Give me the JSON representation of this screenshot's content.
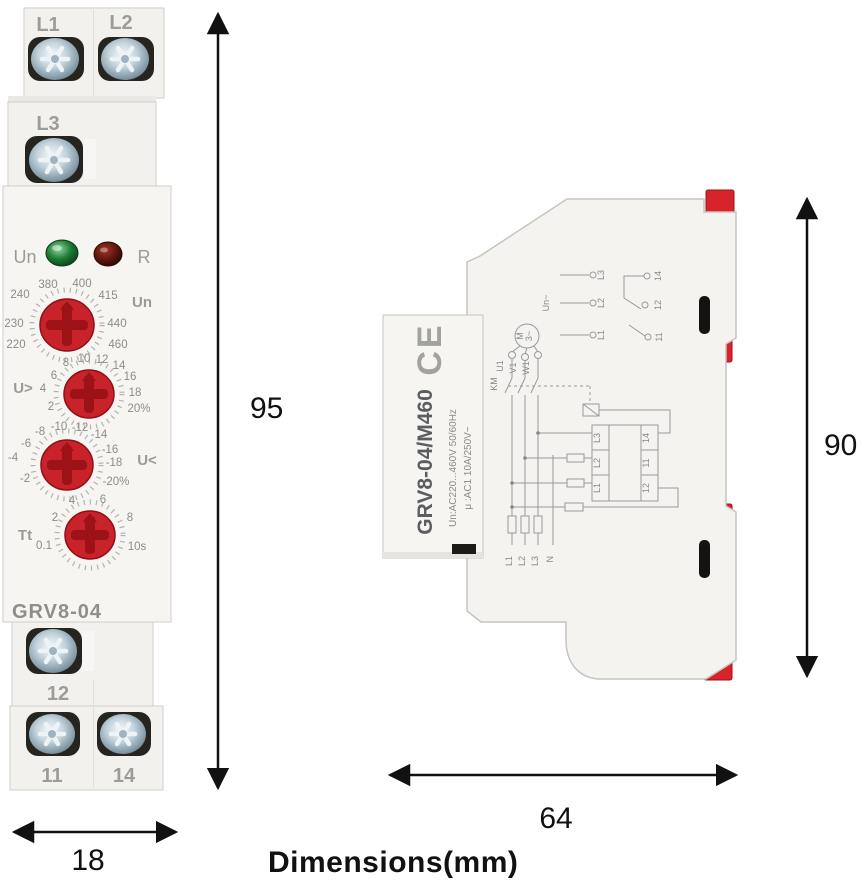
{
  "colors": {
    "knob_red": "#c8232a",
    "clip_red": "#d8232a",
    "led_green": "#2e8b3d",
    "led_red": "#6b1d13"
  },
  "front": {
    "t_l1": "L1",
    "t_l2": "L2",
    "t_l3": "L3",
    "led_un": "Un",
    "led_r": "R",
    "dial_un": {
      "label": "Un",
      "s": [
        "380",
        "400",
        "240",
        "415",
        "230",
        "440",
        "220",
        "460"
      ]
    },
    "dial_uo": {
      "label": "U>",
      "s": [
        "8",
        "10",
        "12",
        "14",
        "6",
        "16",
        "4",
        "18",
        "2",
        "20%"
      ]
    },
    "dial_uu": {
      "label": "U<",
      "s": [
        "-10",
        "-12",
        "-8",
        "-14",
        "-6",
        "-16",
        "-4",
        "-18",
        "-2",
        "-20%"
      ]
    },
    "dial_tt": {
      "label": "Tt",
      "s": [
        "4",
        "6",
        "2",
        "8",
        "0.1",
        "10s"
      ]
    },
    "model": "GRV8-04",
    "t_12": "12",
    "t_11": "11",
    "t_14": "14"
  },
  "side": {
    "ce": "CE",
    "model": "GRV8-04/M460",
    "spec1": "Un:AC220...460V 50/60Hz",
    "spec2": "μ  :AC1 10A/250V~",
    "diag": {
      "un": "Un~",
      "in": [
        "L3",
        "L2",
        "L1"
      ],
      "relay": [
        "14",
        "12",
        "11"
      ],
      "motor": "M",
      "phase": "3~",
      "mt": [
        "U1",
        "V1",
        "W1"
      ],
      "km": "KM",
      "box_l": [
        "L3",
        "L2",
        "L1"
      ],
      "box_r": [
        "14",
        "11",
        "12"
      ],
      "supply": [
        "L1",
        "L2",
        "L3",
        "N"
      ]
    }
  },
  "dims": {
    "front_h": "95",
    "front_w": "18",
    "side_h": "90",
    "side_w": "64",
    "caption": "Dimensions(mm)"
  }
}
